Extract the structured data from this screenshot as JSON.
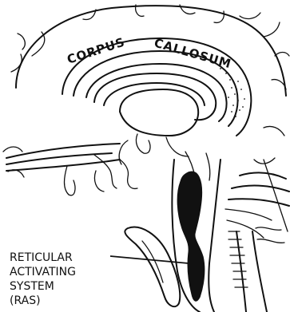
{
  "labels": {
    "corpus": "CORPUS",
    "callosum": "CALLOSUM",
    "ras_line1": "RETICULAR",
    "ras_line2": "ACTIVATING",
    "ras_line3": "SYSTEM",
    "ras_line4": "(RAS)"
  },
  "colors": {
    "ink": "#111111",
    "background": "#ffffff"
  }
}
